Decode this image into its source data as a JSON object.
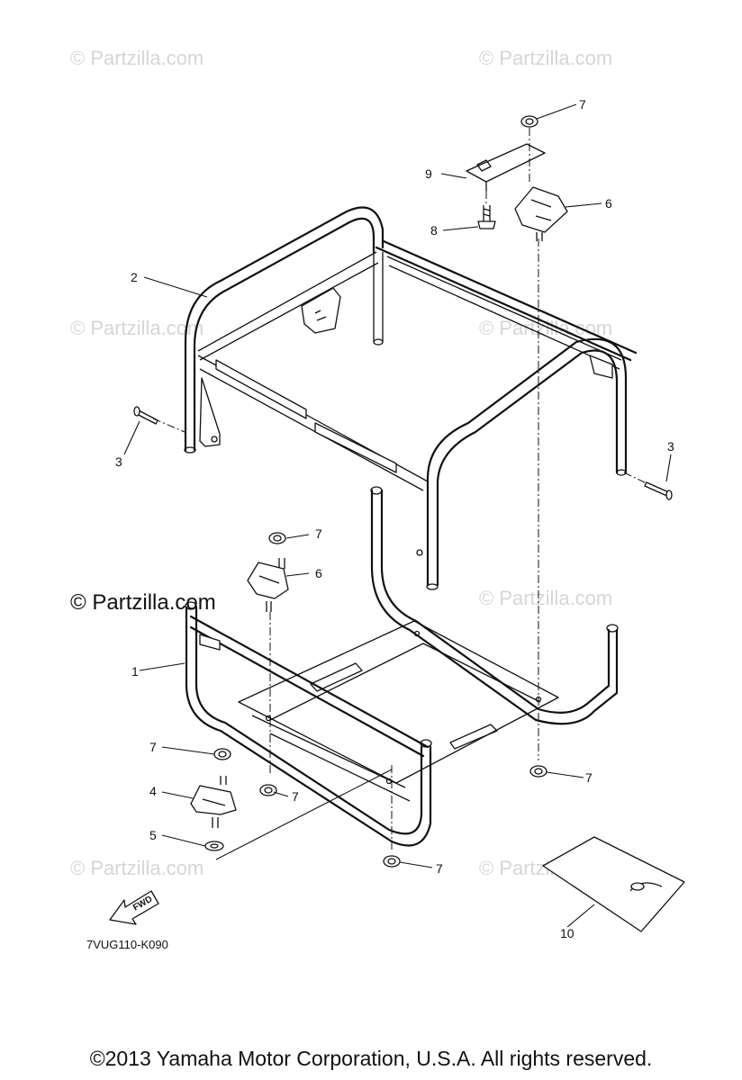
{
  "watermark": {
    "text": "© Partzilla.com"
  },
  "callouts": {
    "c1": "1",
    "c2": "2",
    "c3a": "3",
    "c3b": "3",
    "c4": "4",
    "c5": "5",
    "c6a": "6",
    "c6b": "6",
    "c7a": "7",
    "c7b": "7",
    "c7c": "7",
    "c7d": "7",
    "c7e": "7",
    "c7f": "7",
    "c8": "8",
    "c9": "9",
    "c10": "10"
  },
  "fwd_label": "FWD",
  "diagram_code": "7VUG110-K090",
  "copyright": "©2013  Yamaha Motor Corporation, U.S.A. All rights reserved."
}
